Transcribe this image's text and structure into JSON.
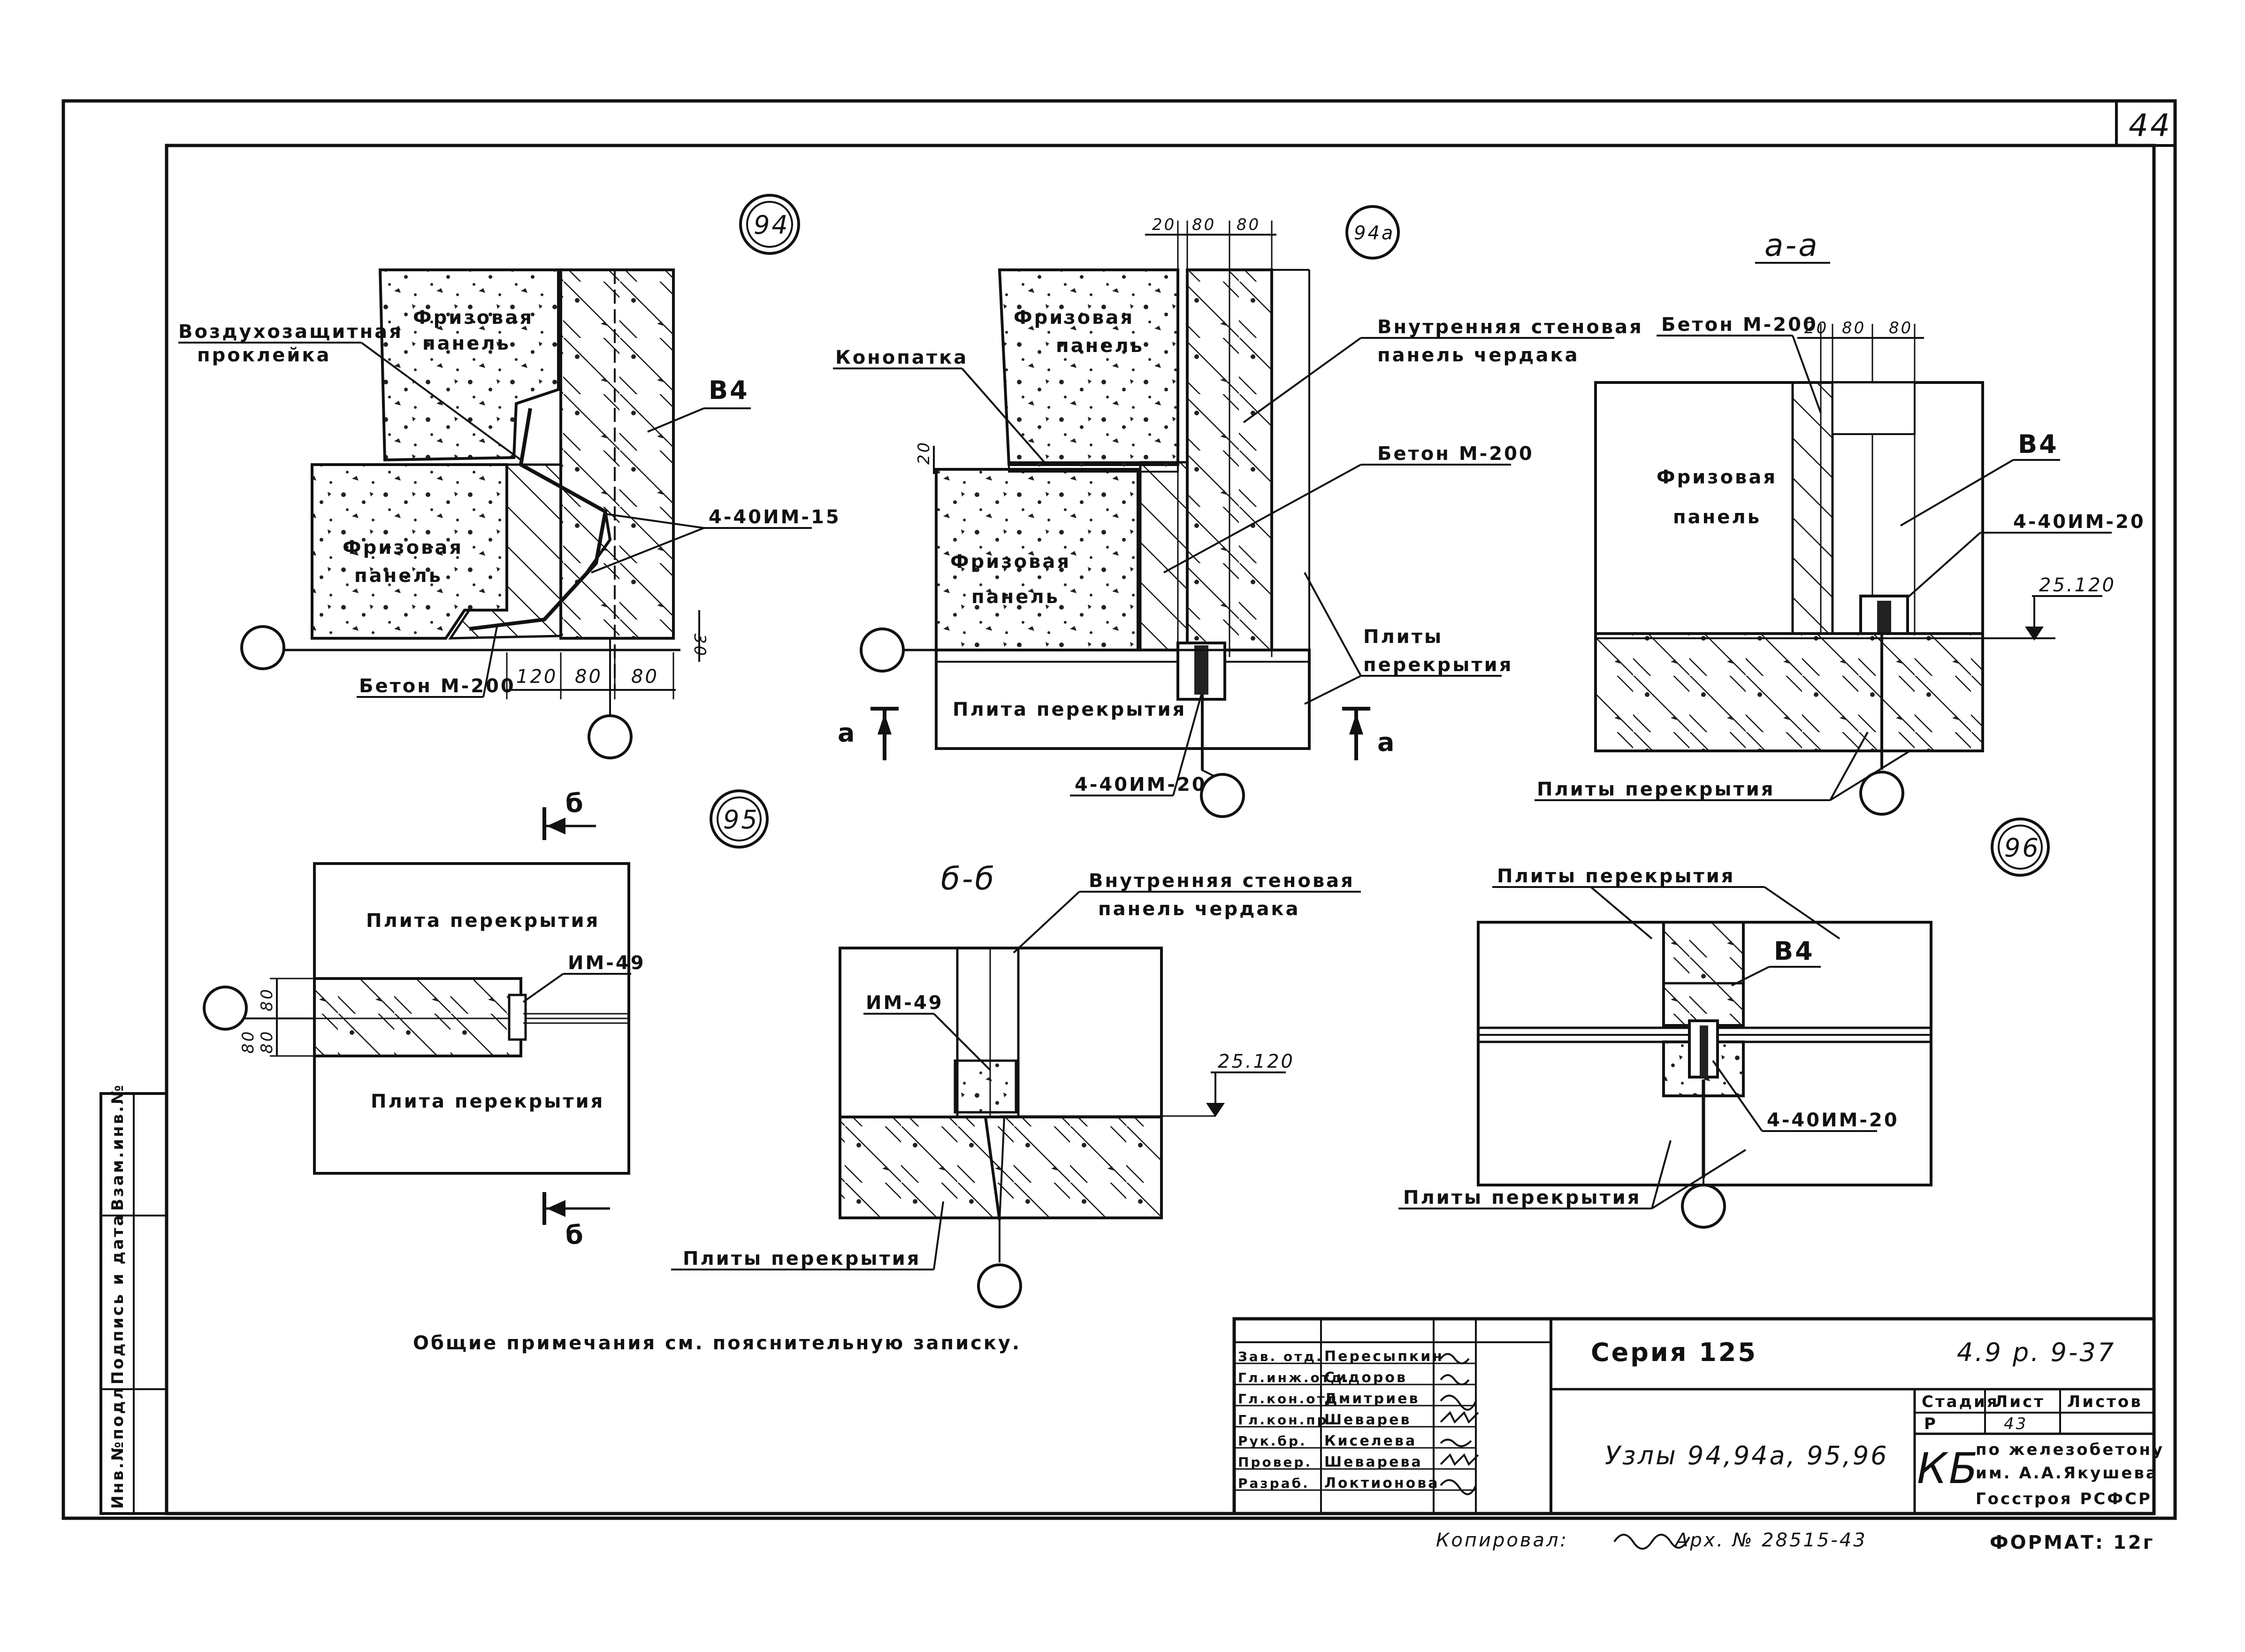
{
  "sheet": {
    "page_number": "44",
    "general_note": "Общие примечания см. пояснительную записку.",
    "copy_line": {
      "copied": "Копировал:",
      "archive": "Арх. № 28515-43"
    },
    "format": "ФОРМАТ: 12г"
  },
  "side_stamp": [
    "Инв.№подл",
    "Подпись и дата",
    "Взам.инв.№"
  ],
  "title_block": {
    "series": "Серия 125",
    "code": "4.9 р. 9-37",
    "title": "Узлы 94,94а, 95,96",
    "stage_header": "Стадия",
    "sheet_header": "Лист",
    "sheets_header": "Листов",
    "stage": "Р",
    "sheet": "43",
    "org_mark": "КБ",
    "org": [
      "по железобетону",
      "им. А.А.Якушева",
      "Госстроя РСФСР"
    ],
    "signatures": [
      {
        "role": "Зав. отд.",
        "name": "Пересыпкин"
      },
      {
        "role": "Гл.инж.отд.",
        "name": "Сидоров"
      },
      {
        "role": "Гл.кон.отд.",
        "name": "Дмитриев"
      },
      {
        "role": "Гл.кон.пр.",
        "name": "Шеварев"
      },
      {
        "role": "Рук.бр.",
        "name": "Киселева"
      },
      {
        "role": "Провер.",
        "name": "Шеварева"
      },
      {
        "role": "Разраб.",
        "name": "Локтионова"
      }
    ]
  },
  "node94": {
    "number": "94",
    "label_airproof": [
      "Воздухозащитная",
      "проклейка"
    ],
    "label_frieze_top": [
      "Фризовая",
      "панель"
    ],
    "label_frieze_bottom": [
      "Фризовая",
      "панель"
    ],
    "label_b4": "В4",
    "label_anchor": "4-40ИМ-15",
    "label_concrete": "Бетон М-200",
    "dims": [
      "120",
      "80",
      "80"
    ],
    "dim_30": "30"
  },
  "node94a": {
    "number": "94а",
    "dims_top": [
      "20",
      "80",
      "80"
    ],
    "label_caulk": "Конопатка",
    "label_inner_wall": [
      "Внутренняя стеновая",
      "панель чердака"
    ],
    "label_concrete": "Бетон М-200",
    "label_frieze_top": [
      "Фризовая",
      "панель"
    ],
    "label_frieze_bottom": [
      "Фризовая",
      "панель"
    ],
    "label_slabs": [
      "Плиты",
      "перекрытия"
    ],
    "label_slab": "Плита перекрытия",
    "label_anchor": "4-40ИМ-20",
    "dim_20": "20",
    "section_mark": "а"
  },
  "section_aa": {
    "title": "а-а",
    "label_concrete": "Бетон М-200",
    "dims": [
      "20",
      "80",
      "80"
    ],
    "label_b4": "В4",
    "label_frieze": [
      "Фризовая",
      "панель"
    ],
    "label_anchor": "4-40ИМ-20",
    "elevation": "25.120",
    "label_slabs": "Плиты перекрытия"
  },
  "node95": {
    "number": "95",
    "section_mark": "б",
    "label_slab_top": "Плита перекрытия",
    "label_slab_bottom": "Плита перекрытия",
    "label_im": "ИМ-49",
    "dims": [
      "80",
      "80",
      "80"
    ]
  },
  "section_bb": {
    "title": "б-б",
    "label_inner_wall": [
      "Внутренняя стеновая",
      "панель чердака"
    ],
    "label_im": "ИМ-49",
    "elevation": "25.120",
    "label_slabs": "Плиты перекрытия"
  },
  "node96": {
    "number": "96",
    "label_slabs_top": "Плиты перекрытия",
    "label_b4": "В4",
    "label_anchor": "4-40ИМ-20",
    "label_slabs_bottom": "Плиты перекрытия"
  }
}
